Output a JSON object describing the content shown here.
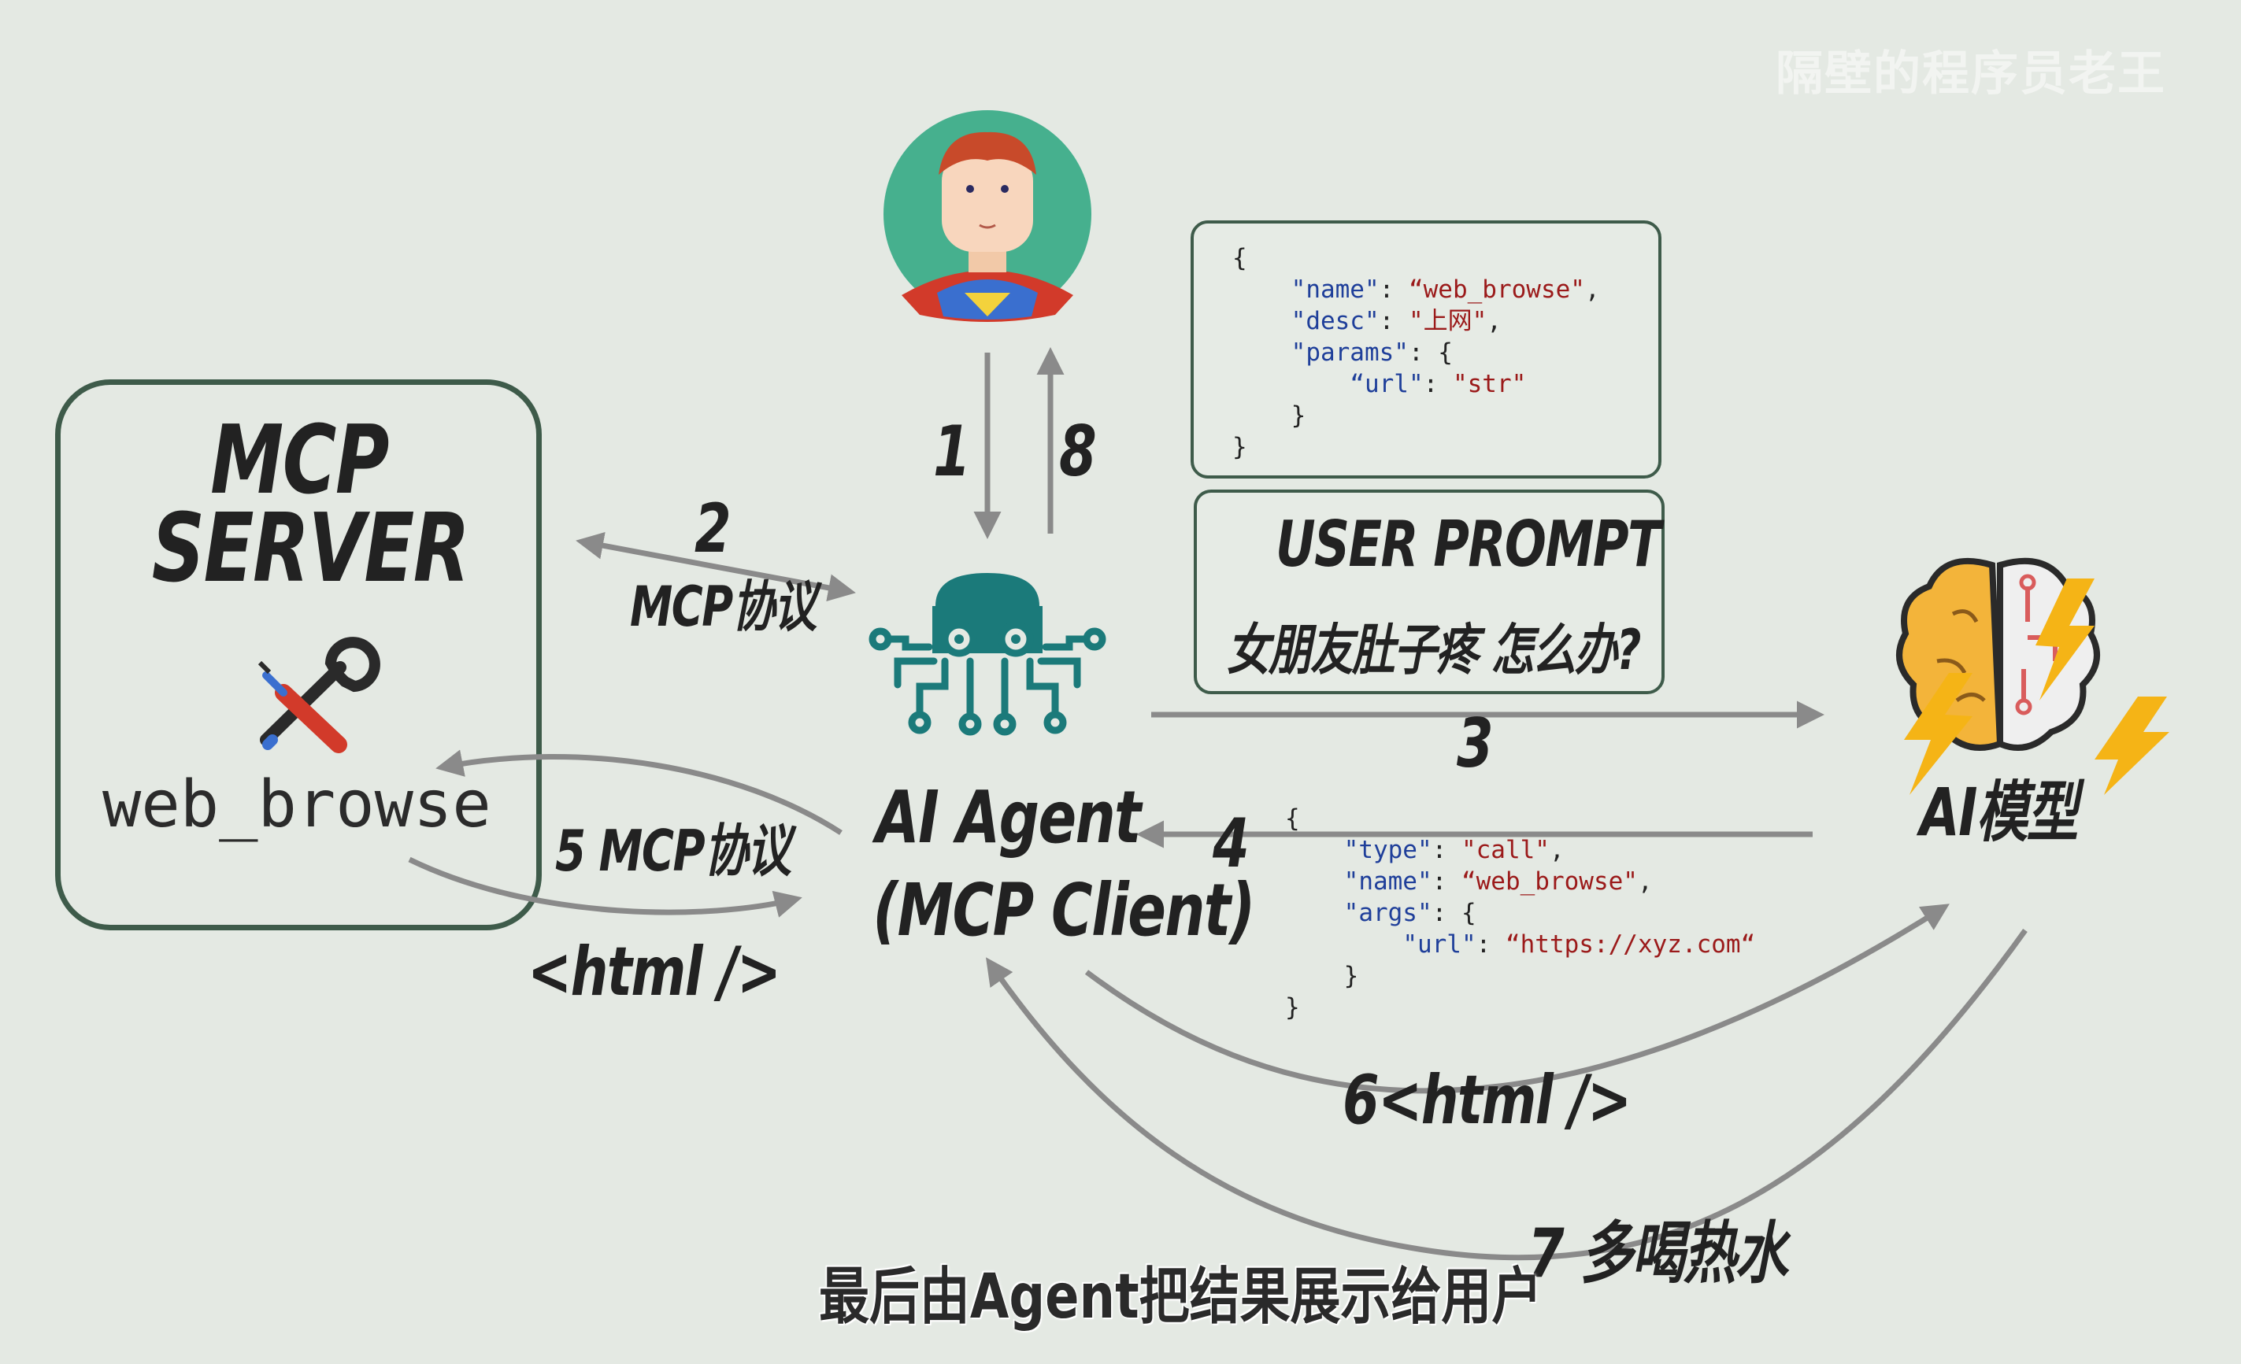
{
  "watermark": "隔壁的程序员老王",
  "mcp_server": {
    "title_line1": "MCP",
    "title_line2": "SERVER",
    "tool_name": "web_browse"
  },
  "agent": {
    "line1": "AI Agent",
    "line2": "(MCP Client)"
  },
  "ai_model": {
    "label": "AI模型"
  },
  "tool_json": {
    "open": "{",
    "name_key": "\"name\"",
    "name_val": "“web_browse\"",
    "desc_key": "\"desc\"",
    "desc_val": "\"上网\"",
    "params_key": "\"params\"",
    "url_key": "“url\"",
    "url_val": "\"str\"",
    "inner_close": "}",
    "close": "}"
  },
  "user_prompt": {
    "title": "USER PROMPT",
    "text": "女朋友肚子疼 怎么办?"
  },
  "call_json": {
    "open": "{",
    "type_key": "\"type\"",
    "type_val": "\"call\"",
    "name_key": "\"name\"",
    "name_val": "“web_browse\"",
    "args_key": "\"args\"",
    "url_key": "\"url\"",
    "url_val": "“https://xyz.com“",
    "inner_close": "}",
    "close": "}"
  },
  "steps": {
    "s1": "1",
    "s8": "8",
    "s2_num": "2",
    "s2_text": "MCP协议",
    "s3": "3",
    "s4": "4",
    "s5": "5 MCP协议",
    "html_return": "<html />",
    "s6": "6<html />",
    "s7": "7 多喝热水"
  },
  "caption": "最后由Agent把结果展示给用户",
  "colors": {
    "background": "#e4e9e3",
    "box_border": "#3e5b4a",
    "arrow": "#8a8a8a",
    "agent_teal": "#1b7a7a",
    "avatar_bg": "#46b08e",
    "json_key": "#1f3f9a",
    "json_string": "#9b1a1a",
    "lightning": "#f5b416"
  },
  "icons": [
    "user-avatar-icon",
    "octopus-agent-icon",
    "wrench-screwdriver-icon",
    "brain-lightning-icon"
  ]
}
